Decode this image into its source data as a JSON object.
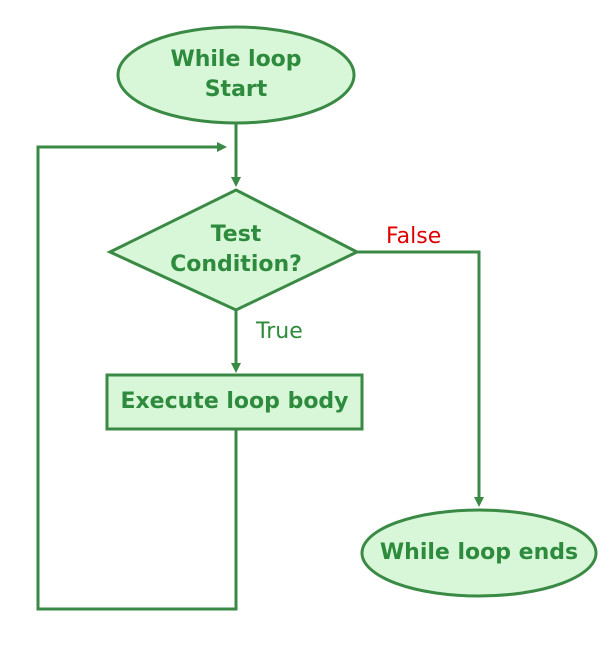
{
  "diagram": {
    "colors": {
      "stroke": "#3a8a45",
      "fill": "#d8f7d8",
      "text": "#2e8b3d",
      "false_label": "#e00000",
      "true_label": "#2e8b3d"
    },
    "nodes": {
      "start": {
        "label": "While loop\nStart",
        "shape": "ellipse"
      },
      "condition": {
        "label": "Test\nCondition?",
        "shape": "diamond"
      },
      "body": {
        "label": "Execute loop body",
        "shape": "rectangle"
      },
      "end": {
        "label": "While loop ends",
        "shape": "ellipse"
      }
    },
    "edges": {
      "true_label": "True",
      "false_label": "False"
    }
  }
}
